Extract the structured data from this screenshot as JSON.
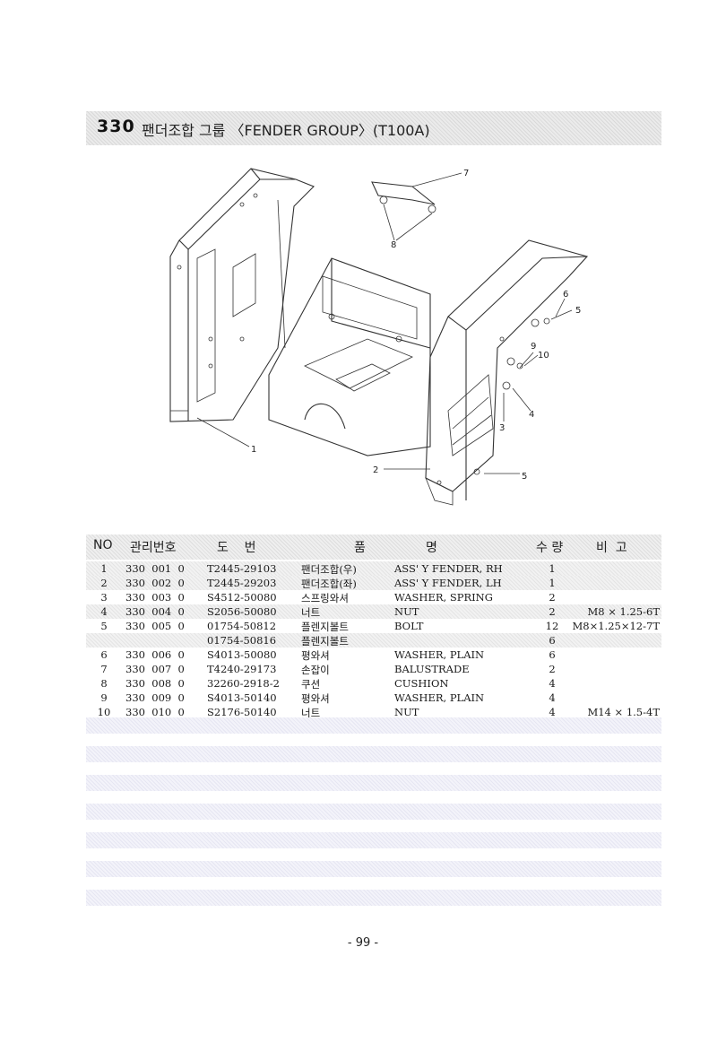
{
  "section": {
    "number": "330",
    "title": "팬더조합 그룹 〈FENDER GROUP〉(T100A)"
  },
  "diagram": {
    "callouts": [
      "1",
      "2",
      "3",
      "4",
      "5",
      "5",
      "6",
      "7",
      "8",
      "9",
      "10"
    ]
  },
  "table": {
    "headers": {
      "no": "NO",
      "mgmt": "관리번호",
      "dwg": "도    번",
      "name1": "품",
      "name2": "명",
      "qty": "수 량",
      "remark": "비  고"
    },
    "rows": [
      {
        "no": "1",
        "mgmt": "330  001  0",
        "dwg": "T2445-29103",
        "kor": "팬더조합(우)",
        "eng": "ASS' Y FENDER, RH",
        "qty": "1",
        "remark": ""
      },
      {
        "no": "2",
        "mgmt": "330  002  0",
        "dwg": "T2445-29203",
        "kor": "팬더조합(좌)",
        "eng": "ASS' Y FENDER, LH",
        "qty": "1",
        "remark": ""
      },
      {
        "no": "3",
        "mgmt": "330  003  0",
        "dwg": "S4512-50080",
        "kor": "스프링와셔",
        "eng": "WASHER, SPRING",
        "qty": "2",
        "remark": ""
      },
      {
        "no": "4",
        "mgmt": "330  004  0",
        "dwg": "S2056-50080",
        "kor": "너트",
        "eng": "NUT",
        "qty": "2",
        "remark": "M8 × 1.25-6T"
      },
      {
        "no": "5",
        "mgmt": "330  005  0",
        "dwg": "01754-50812",
        "kor": "플렌지볼트",
        "eng": "BOLT",
        "qty": "12",
        "remark": "M8×1.25×12-7T"
      },
      {
        "no": "",
        "mgmt": "",
        "dwg": "01754-50816",
        "kor": "플렌지볼트",
        "eng": "",
        "qty": "6",
        "remark": ""
      },
      {
        "no": "6",
        "mgmt": "330  006  0",
        "dwg": "S4013-50080",
        "kor": "평와셔",
        "eng": "WASHER, PLAIN",
        "qty": "6",
        "remark": ""
      },
      {
        "no": "7",
        "mgmt": "330  007  0",
        "dwg": "T4240-29173",
        "kor": "손잡이",
        "eng": "BALUSTRADE",
        "qty": "2",
        "remark": ""
      },
      {
        "no": "8",
        "mgmt": "330  008  0",
        "dwg": "32260-2918-2",
        "kor": "쿠션",
        "eng": "CUSHION",
        "qty": "4",
        "remark": ""
      },
      {
        "no": "9",
        "mgmt": "330  009  0",
        "dwg": "S4013-50140",
        "kor": "평와셔",
        "eng": "WASHER, PLAIN",
        "qty": "4",
        "remark": ""
      },
      {
        "no": "10",
        "mgmt": "330  010  0",
        "dwg": "S2176-50140",
        "kor": "너트",
        "eng": "NUT",
        "qty": "4",
        "remark": "M14 × 1.5-4T"
      }
    ]
  },
  "page_number": "- 99 -"
}
